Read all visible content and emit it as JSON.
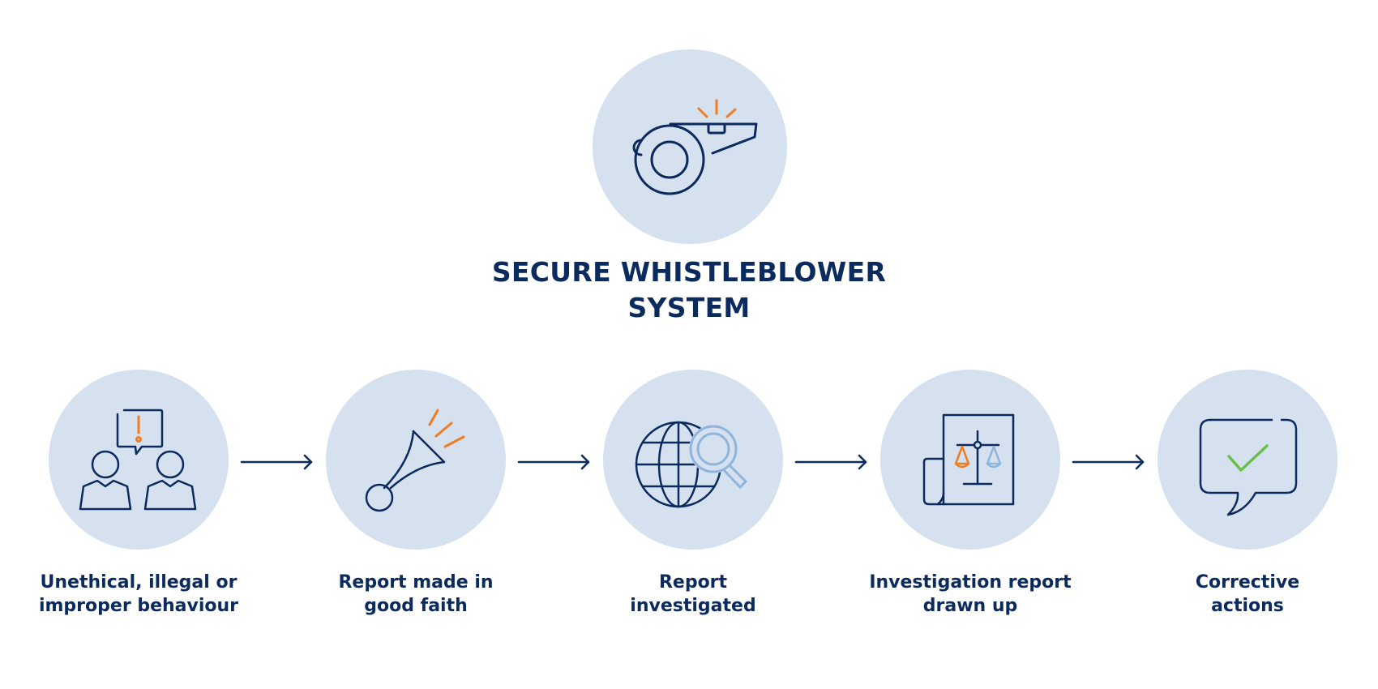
{
  "colors": {
    "navy": "#0b2a5e",
    "circle_fill": "#d6e1ef",
    "orange": "#f07d22",
    "light_blue": "#8fb5dc",
    "green": "#6bbf4a",
    "background": "#ffffff"
  },
  "header": {
    "icon": "whistle-icon",
    "title_line1": "SECURE WHISTLEBLOWER",
    "title_line2": "SYSTEM"
  },
  "steps": [
    {
      "icon": "two-people-speech-warning-icon",
      "label_line1": "Unethical, illegal or",
      "label_line2": "improper behaviour"
    },
    {
      "icon": "megaphone-icon",
      "label_line1": "Report made in",
      "label_line2": "good faith"
    },
    {
      "icon": "globe-magnifier-icon",
      "label_line1": "Report",
      "label_line2": "investigated"
    },
    {
      "icon": "document-scales-icon",
      "label_line1": "Investigation report",
      "label_line2": "drawn up"
    },
    {
      "icon": "speech-bubble-checkmark-icon",
      "label_line1": "Corrective",
      "label_line2": "actions"
    }
  ],
  "connectors": {
    "icon": "right-arrow-icon",
    "count": 4
  }
}
